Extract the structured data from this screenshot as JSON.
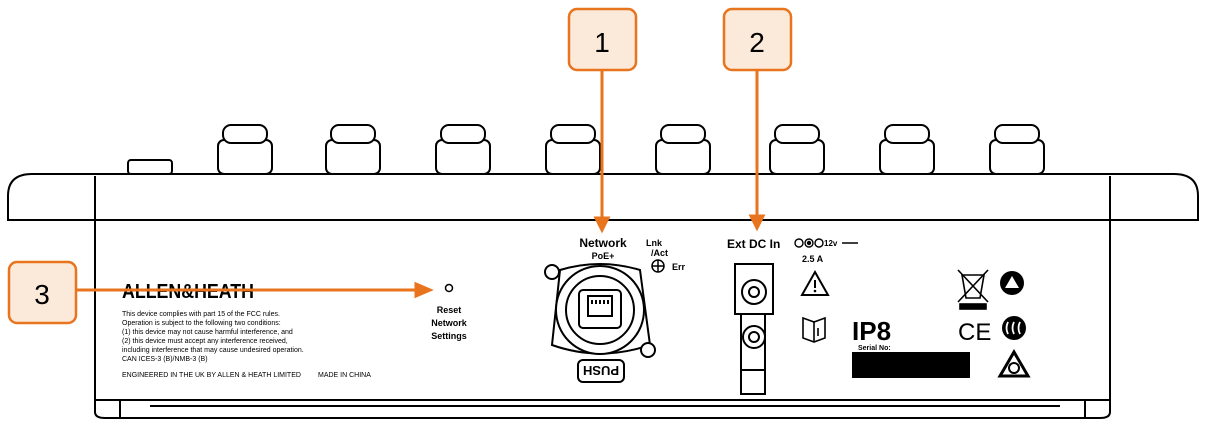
{
  "callouts": [
    {
      "number": "1"
    },
    {
      "number": "2"
    },
    {
      "number": "3"
    }
  ],
  "brand": "ALLEN&HEATH",
  "fcc_lines": [
    "This device complies with part 15 of the FCC rules.",
    "Operation is subject to the following two conditions:",
    "(1) this device may not cause harmful interference, and",
    "(2) this device must accept any interference received,",
    "including interference that may cause undesired operation.",
    "CAN ICES-3 (B)/NMB-3 (B)"
  ],
  "engineered": "ENGINEERED IN THE UK BY ALLEN & HEATH LIMITED",
  "made_in": "MADE IN CHINA",
  "reset": [
    "Reset",
    "Network",
    "Settings"
  ],
  "network": {
    "title": "Network",
    "sub": "PoE+",
    "push": "PUSH"
  },
  "lnk": [
    "Lnk",
    "/Act"
  ],
  "err": "Err",
  "dc": {
    "title": "Ext DC In",
    "rating": "12v",
    "current": "2.5 A"
  },
  "ip_rating": "IP8",
  "serial_label": "Serial No:",
  "colors": {
    "callout": "#e8741e",
    "label_bg": "#fbe9d9",
    "line": "#000000"
  }
}
